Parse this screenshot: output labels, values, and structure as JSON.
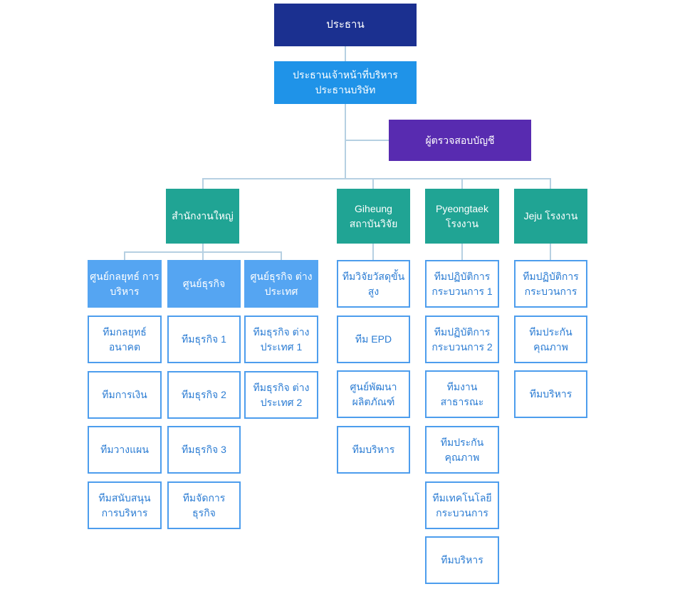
{
  "colors": {
    "navy": "#1b3090",
    "blue": "#1f93e8",
    "purple": "#582bb0",
    "teal": "#20a494",
    "lightblue": "#55a5f2",
    "border": "#4d9ded",
    "teamtext": "#2b7cd3",
    "connector": "#b6d0e2"
  },
  "org": {
    "chairman": {
      "label": "ประธาน"
    },
    "ceo": {
      "label": "ประธานเจ้าหน้าที่บริหาร ประธานบริษัท"
    },
    "auditor": {
      "label": "ผู้ตรวจสอบบัญชี"
    },
    "head_office": {
      "label": "สำนักงานใหญ่",
      "centers": [
        {
          "label": "ศูนย์กลยุทธ์ การบริหาร",
          "teams": [
            "ทีมกลยุทธ์ อนาคต",
            "ทีมการเงิน",
            "ทีมวางแผน",
            "ทีมสนับสนุน การบริหาร"
          ]
        },
        {
          "label": "ศูนย์ธุรกิจ",
          "teams": [
            "ทีมธุรกิจ 1",
            "ทีมธุรกิจ 2",
            "ทีมธุรกิจ 3",
            "ทีมจัดการ ธุรกิจ"
          ]
        },
        {
          "label": "ศูนย์ธุรกิจ ต่างประเทศ",
          "teams": [
            "ทีมธุรกิจ ต่างประเทศ 1",
            "ทีมธุรกิจ ต่างประเทศ 2"
          ]
        }
      ]
    },
    "sites": [
      {
        "label": "Giheung สถาบันวิจัย",
        "teams": [
          "ทีมวิจัยวัสดุขั้นสูง",
          "ทีม EPD",
          "ศูนย์พัฒนา ผลิตภัณฑ์",
          "ทีมบริหาร"
        ]
      },
      {
        "label": "Pyeongtaek โรงงาน",
        "teams": [
          "ทีมปฏิบัติการ กระบวนการ 1",
          "ทีมปฏิบัติการ กระบวนการ 2",
          "ทีมงาน สาธารณะ",
          "ทีมประกัน คุณภาพ",
          "ทีมเทคโนโลยี กระบวนการ",
          "ทีมบริหาร"
        ]
      },
      {
        "label": "Jeju โรงงาน",
        "teams": [
          "ทีมปฏิบัติการ กระบวนการ",
          "ทีมประกัน คุณภาพ",
          "ทีมบริหาร"
        ]
      }
    ]
  }
}
